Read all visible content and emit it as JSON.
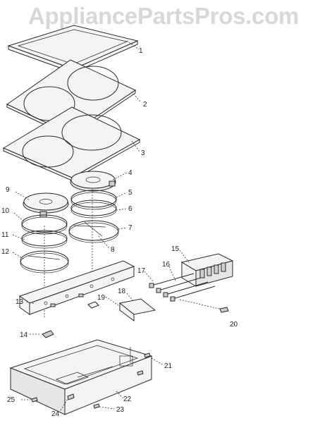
{
  "watermark": "AppliancePartsPros.com",
  "callouts": [
    "1",
    "2",
    "3",
    "4",
    "5",
    "6",
    "7",
    "8",
    "9",
    "10",
    "11",
    "12",
    "13",
    "14",
    "15",
    "16",
    "17",
    "18",
    "19",
    "20",
    "21",
    "22",
    "23",
    "24",
    "25"
  ]
}
